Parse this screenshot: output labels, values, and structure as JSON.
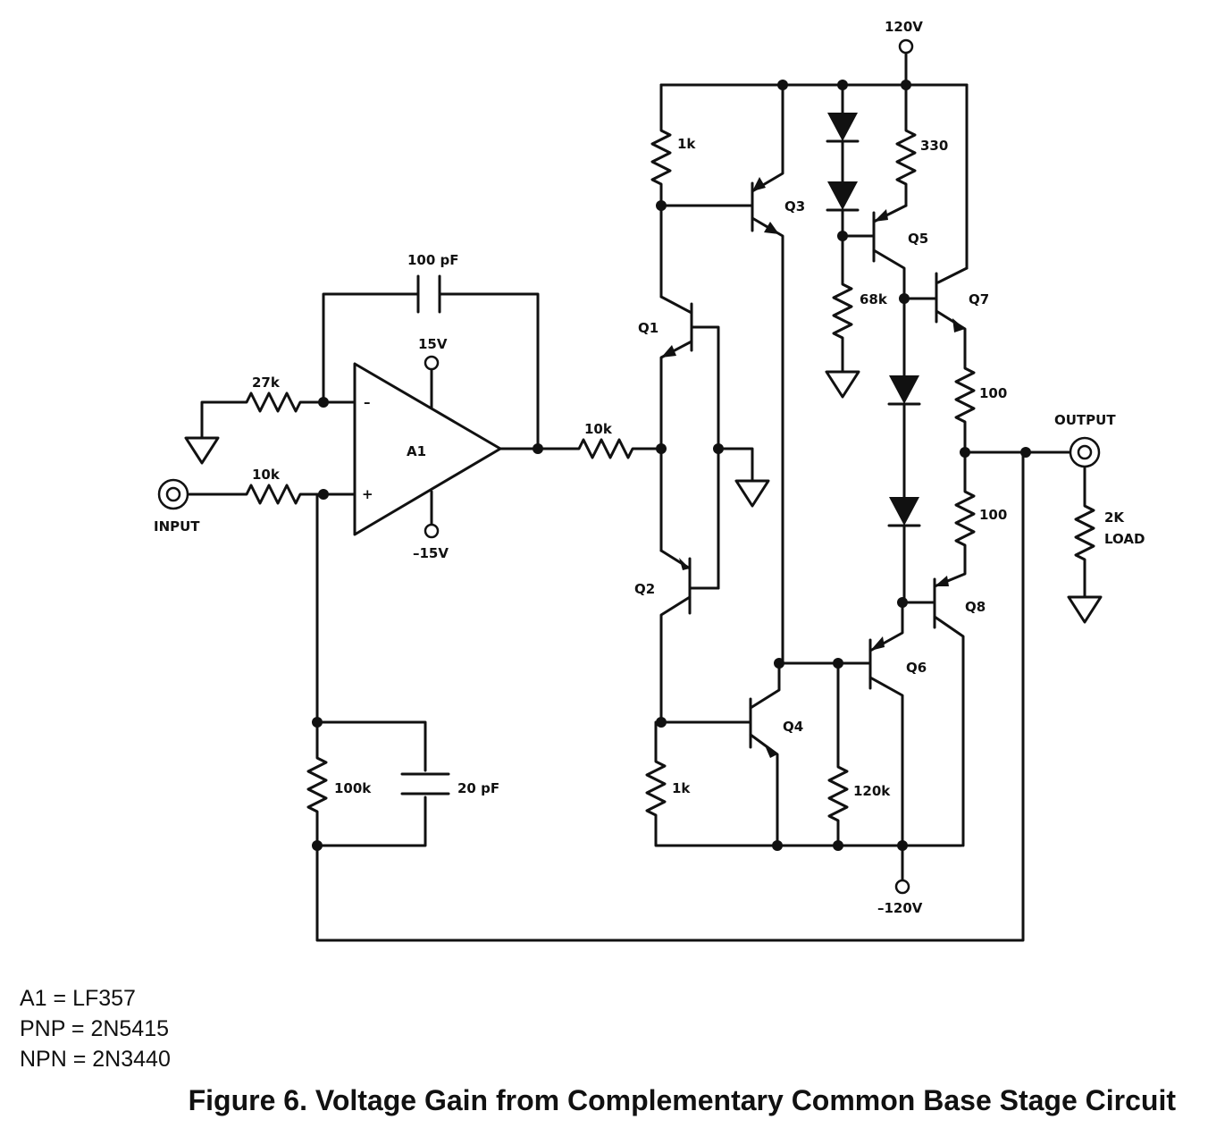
{
  "labels": {
    "vplus_supply": "120V",
    "vminus_supply": "–120V",
    "opamp_vplus": "15V",
    "opamp_vminus": "–15V",
    "opamp": "A1",
    "inv_pin": "–",
    "noninv_pin": "+",
    "cap_feedback": "100 pF",
    "r_gnd": "27k",
    "r_in": "10k",
    "r_out": "10k",
    "r_fb": "100k",
    "cap_fb": "20 pF",
    "r_top1k": "1k",
    "r_bot1k": "1k",
    "r_330": "330",
    "r_68k": "68k",
    "r_120k": "120k",
    "r_100_top": "100",
    "r_100_bot": "100",
    "load": [
      "2K",
      "LOAD"
    ],
    "input": "INPUT",
    "output": "OUTPUT",
    "transistors": [
      "Q1",
      "Q2",
      "Q3",
      "Q4",
      "Q5",
      "Q6",
      "Q7",
      "Q8"
    ]
  },
  "notes": [
    "A1 = LF357",
    "PNP = 2N5415",
    "NPN = 2N3440"
  ],
  "caption": "Figure 6. Voltage Gain from Complementary Common Base Stage Circuit"
}
